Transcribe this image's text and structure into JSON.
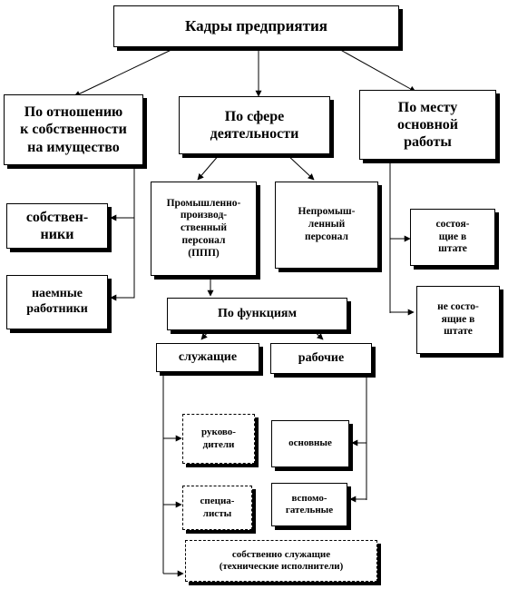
{
  "diagram": {
    "root": "Кадры предприятия",
    "group_ownership": "По отношению\nк собственности\nна имущество",
    "group_activity": "По сфере\nдеятельности",
    "group_workplace": "По месту\nосновной\nработы",
    "owners": "собствен-\nники",
    "hired_workers": "наемные\nработники",
    "industrial_staff": "Промышленно-\nпроизвод-\nственный\nперсонал\n(ППП)",
    "non_industrial_staff": "Непромыш-\nленный\nперсонал",
    "on_staff": "состоя-\nщие в\nштате",
    "off_staff": "не состо-\nящие в\nштате",
    "by_function": "По функциям",
    "employees": "служащие",
    "workers": "рабочие",
    "managers": "руково-\nдители",
    "specialists": "специа-\nлисты",
    "main_workers": "основные",
    "auxiliary_workers": "вспомо-\nгательные",
    "technical_staff": "собственно служащие\n(технические исполнители)"
  }
}
